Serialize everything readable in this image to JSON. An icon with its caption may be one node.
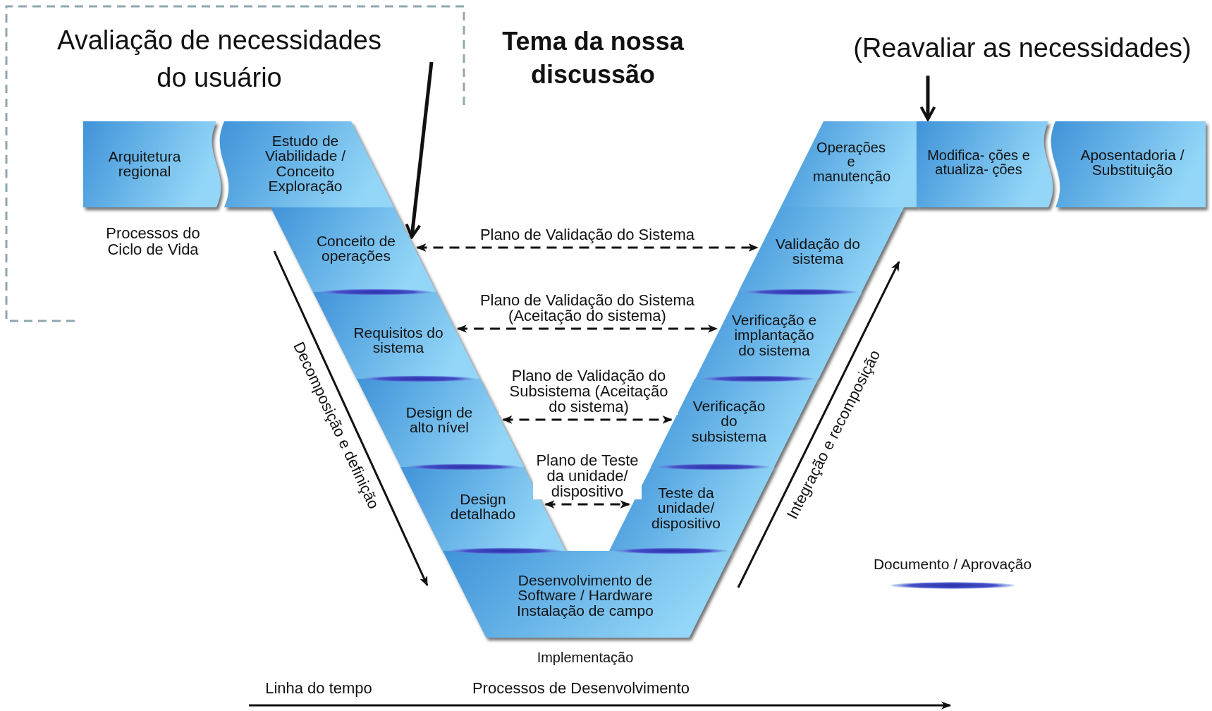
{
  "diagram": {
    "nodes": [
      {
        "text": [
          "Tema da nossa discussão"
        ]
      },
      {
        "text": [
          "(Reavaliar as necessidades)"
        ]
      },
      {
        "text": [
          "Arquitetura regional"
        ]
      },
      {
        "text": [
          "Estudo de Viabilidade / Conceito Exploração"
        ]
      },
      {
        "text": [
          "Operações e manutenção"
        ]
      },
      {
        "text": [
          "Modifica- ções e atualiza- ções"
        ]
      },
      {
        "text": [
          "Aposentadoria / Substituição"
        ]
      },
      {
        "text": [
          "Conceito de operações"
        ]
      },
      {
        "text": [
          "Validação do sistema"
        ]
      },
      {
        "text": [
          "Requisitos do sistema"
        ]
      },
      {
        "text": [
          "Verificação e implantação do sistema"
        ]
      },
      {
        "text": [
          "Design de alto nível"
        ]
      },
      {
        "text": [
          "Verificação do subsistema"
        ]
      },
      {
        "text": [
          "Design detalhado"
        ]
      },
      {
        "text": [
          "Teste da unidade/ dispositivo"
        ]
      },
      {
        "text": [
          "Desenvolvimento de Software / Hardware Instalação de campo"
        ]
      }
    ],
    "edges": [
      {
        "from": 0,
        "to": 7,
        "arrow": "to"
      },
      {
        "from": 1,
        "to": 5,
        "arrow": "to"
      },
      {
        "from": 7,
        "to": 8,
        "arrow": "both",
        "style": "dashed",
        "label": "Plano de Validação do Sistema"
      },
      {
        "from": 9,
        "to": 10,
        "arrow": "both",
        "style": "dashed",
        "label": "Plano de Validação do Sistema (Aceitação do sistema)"
      },
      {
        "from": 11,
        "to": 12,
        "arrow": "both",
        "style": "dashed",
        "label": "Plano de Validação do Subsistema (Aceitação do sistema)"
      },
      {
        "from": 13,
        "to": 14,
        "arrow": "both",
        "style": "dashed",
        "label": "Plano de Teste da unidade/ dispositivo"
      }
    ],
    "labels": [
      "Avaliação de necessidades do usuário",
      "Processos do Ciclo de Vida",
      "Decomposição e definição",
      "Integração e recomposição",
      "Implementação",
      "Linha do tempo",
      "Processos de Desenvolvimento"
    ],
    "legend": [
      {
        "text": "Documento / Aprovação"
      }
    ]
  }
}
